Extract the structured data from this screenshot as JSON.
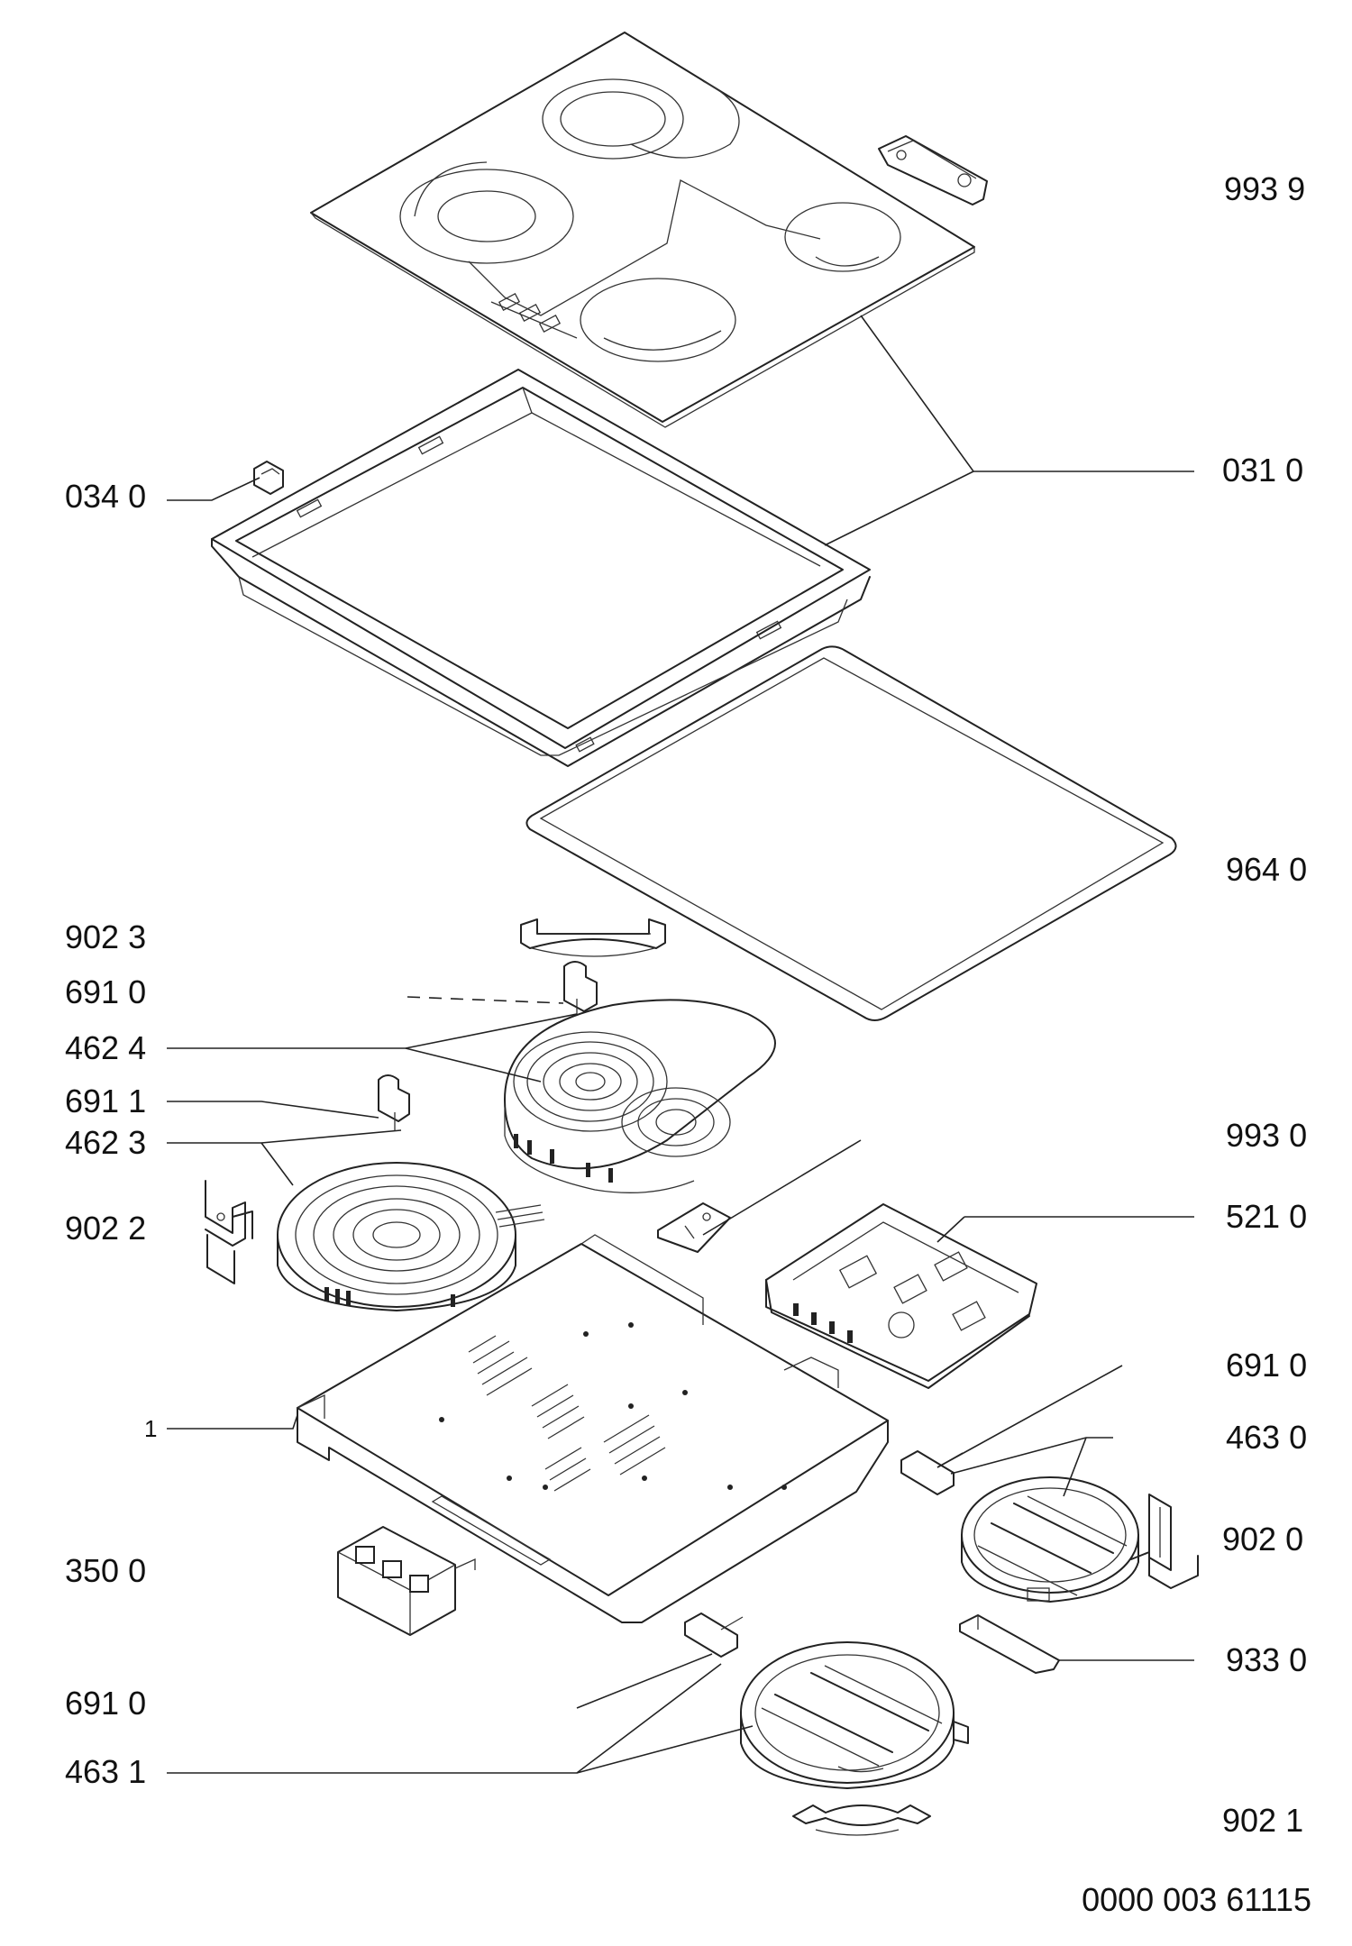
{
  "labels": {
    "l_993_9": "993 9",
    "l_031_0": "031 0",
    "l_034_0": "034 0",
    "l_964_0": "964 0",
    "l_902_3": "902 3",
    "l_691_0_a": "691 0",
    "l_462_4": "462 4",
    "l_691_1": "691 1",
    "l_462_3": "462 3",
    "l_993_0": "993 0",
    "l_902_2": "902 2",
    "l_521_0": "521 0",
    "l_691_0_b": "691 0",
    "l_1": "1",
    "l_463_0": "463 0",
    "l_902_0": "902 0",
    "l_350_0": "350 0",
    "l_933_0": "933 0",
    "l_691_0_c": "691 0",
    "l_463_1": "463 1",
    "l_902_1": "902 1"
  },
  "document_ref": "0000 003 61115",
  "colors": {
    "line": "#222222",
    "background": "#ffffff"
  }
}
